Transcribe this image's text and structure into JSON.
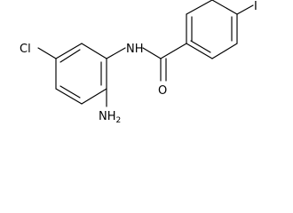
{
  "molecule": {
    "atoms": {
      "chloro": "Cl",
      "amide_nitrogen": "NH",
      "carbonyl_oxygen": "O",
      "iodo": "I",
      "amine": "NH",
      "amine_subscript": "2"
    }
  }
}
